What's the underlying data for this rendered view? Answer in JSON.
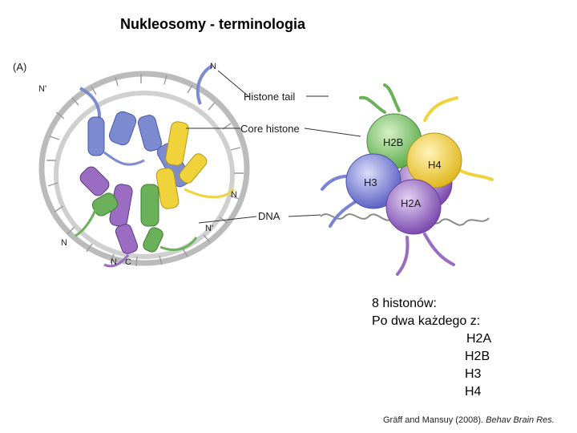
{
  "title": "Nukleosomy - terminologia",
  "figure": {
    "panel_label": "(A)",
    "callouts": {
      "histone_tail": "Histone tail",
      "core_histone": "Core histone",
      "dna": "DNA"
    },
    "termini": {
      "n_top": "N",
      "n_prime_left": "N'",
      "n_right": "N",
      "n_prime_right": "N'",
      "n_bottom_left": "N",
      "n_bottom": "N",
      "c_bottom": "C"
    },
    "histone_labels": {
      "h2b": "H2B",
      "h4": "H4",
      "h3": "H3",
      "h2a": "H2A"
    },
    "colors": {
      "h2b": "#7cc46a",
      "h4": "#f2cf3d",
      "h3": "#7c83d6",
      "h2a": "#9a6cc2",
      "dna": "#9a9a9a"
    }
  },
  "info": {
    "line1": "8 histonów:",
    "line2": "Po dwa każdego z:",
    "histones": [
      "H2A",
      "H2B",
      "H3",
      "H4"
    ]
  },
  "citation": {
    "authors": "Gräff and Mansuy (2008).",
    "journal": "Behav Brain Res."
  }
}
